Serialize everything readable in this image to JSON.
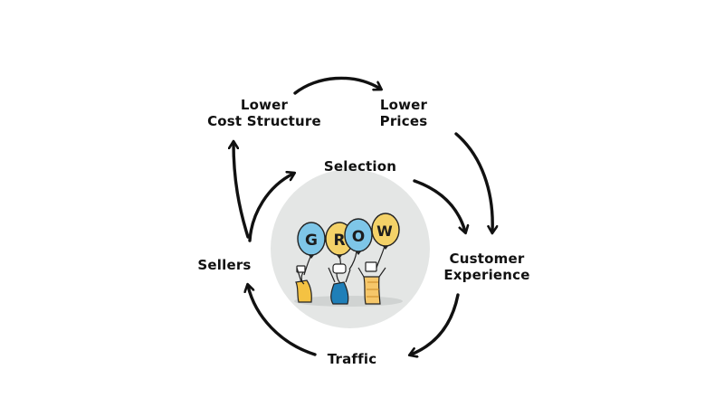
{
  "diagram": {
    "nodes": {
      "lower_cost_structure": {
        "line1": "Lower",
        "line2": "Cost Structure"
      },
      "lower_prices": {
        "line1": "Lower",
        "line2": "Prices"
      },
      "selection": {
        "label": "Selection"
      },
      "customer_experience": {
        "line1": "Customer",
        "line2": "Experience"
      },
      "sellers": {
        "label": "Sellers"
      },
      "traffic": {
        "label": "Traffic"
      }
    },
    "center_graphic": {
      "balloon_letters": [
        "G",
        "R",
        "O",
        "W"
      ],
      "balloon_colors": [
        "#7ec6e8",
        "#f4d268",
        "#7ec6e8",
        "#f4d268"
      ],
      "circle_color": "#e4e6e5"
    },
    "arrow_color": "#111111"
  }
}
